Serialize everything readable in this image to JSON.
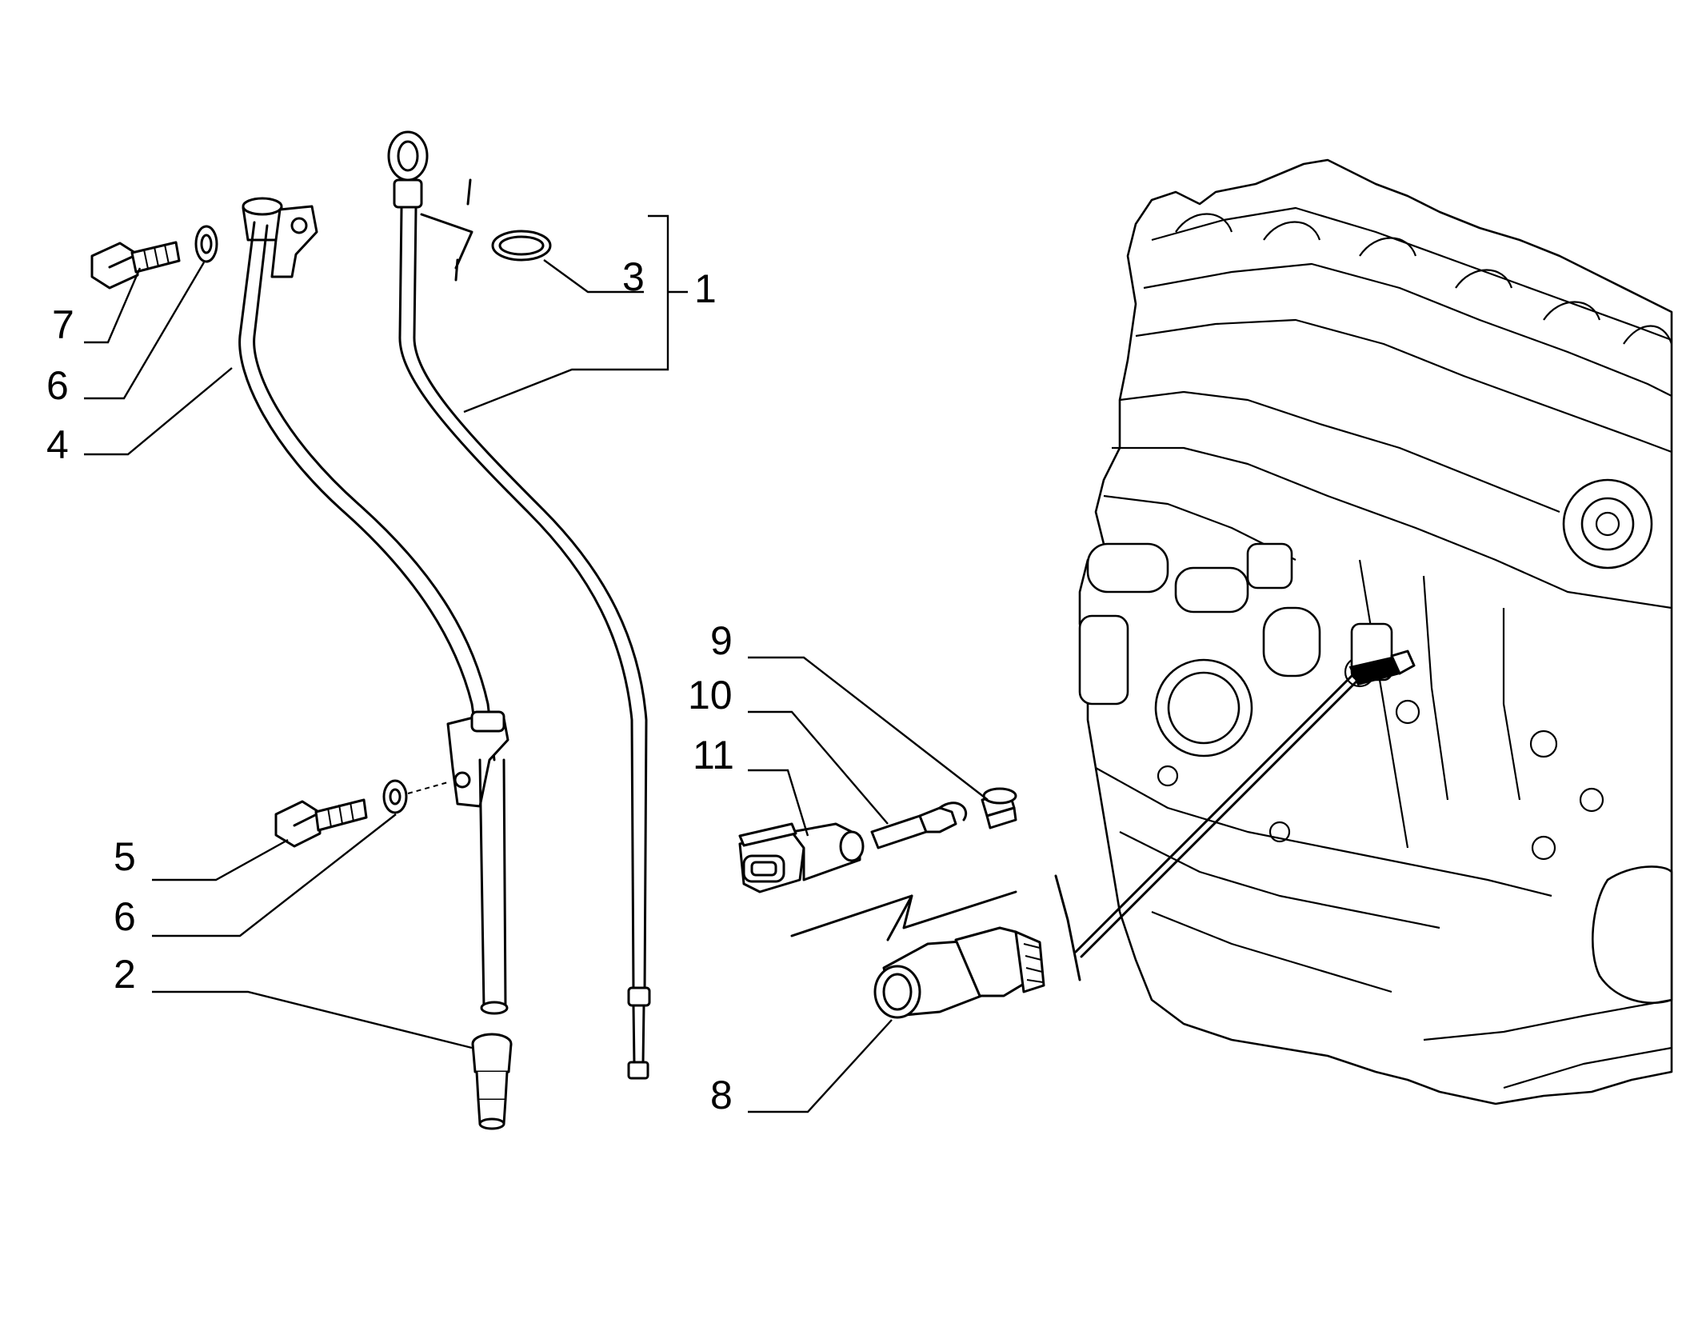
{
  "diagram": {
    "callouts": [
      {
        "id": "callout-1",
        "label": "1"
      },
      {
        "id": "callout-2",
        "label": "2"
      },
      {
        "id": "callout-3",
        "label": "3"
      },
      {
        "id": "callout-4",
        "label": "4"
      },
      {
        "id": "callout-5",
        "label": "5"
      },
      {
        "id": "callout-6a",
        "label": "6"
      },
      {
        "id": "callout-6b",
        "label": "6"
      },
      {
        "id": "callout-7",
        "label": "7"
      },
      {
        "id": "callout-8",
        "label": "8"
      },
      {
        "id": "callout-9",
        "label": "9"
      },
      {
        "id": "callout-10",
        "label": "10"
      },
      {
        "id": "callout-11",
        "label": "11"
      }
    ]
  }
}
